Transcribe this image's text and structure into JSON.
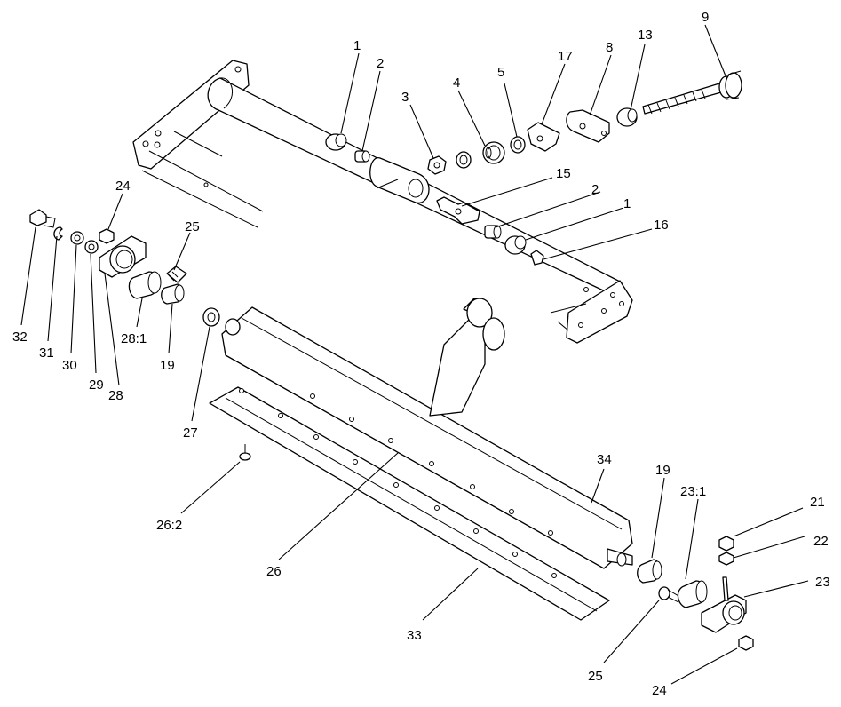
{
  "colors": {
    "line": "#000000",
    "background": "#ffffff"
  },
  "callouts": {
    "c1a": "1",
    "c2a": "2",
    "c3": "3",
    "c4": "4",
    "c5": "5",
    "c17": "17",
    "c8": "8",
    "c13": "13",
    "c9": "9",
    "c15": "15",
    "c2b": "2",
    "c1b": "1",
    "c16": "16",
    "c24a": "24",
    "c25a": "25",
    "c32": "32",
    "c31": "31",
    "c30": "30",
    "c29": "29",
    "c28": "28",
    "c28_1": "28:1",
    "c19a": "19",
    "c27": "27",
    "c26_2": "26:2",
    "c26": "26",
    "c33": "33",
    "c34": "34",
    "c19b": "19",
    "c23_1": "23:1",
    "c21": "21",
    "c22": "22",
    "c23": "23",
    "c25b": "25",
    "c24b": "24"
  }
}
